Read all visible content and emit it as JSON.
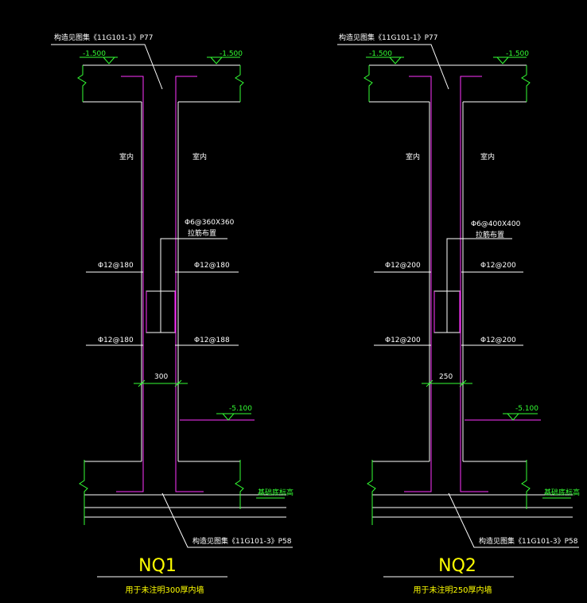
{
  "colors": {
    "background": "#000000",
    "line": "#ffffff",
    "dimension": "#33ff33",
    "rebar": "#ff33ff",
    "title": "#ffff00"
  },
  "details": [
    {
      "top_note": "构造见图集《11G101-1》P77",
      "elev_top_left": "-1.500",
      "elev_top_right": "-1.500",
      "room_left": "室内",
      "room_right": "室内",
      "tie_spec": "Φ6@360X360",
      "tie_layout": "拉筋布置",
      "rebar_upper_left": "Φ12@180",
      "rebar_upper_right": "Φ12@180",
      "rebar_lower_left": "Φ12@180",
      "rebar_lower_right": "Φ12@188",
      "thickness": "300",
      "elev_bottom": "-5.100",
      "foundation_note": "基础底标高",
      "bottom_note": "构造见图集《11G101-3》P58",
      "title": "NQ1",
      "subtitle": "用于未注明300厚内墙"
    },
    {
      "top_note": "构造见图集《11G101-1》P77",
      "elev_top_left": "-1.500",
      "elev_top_right": "-1.500",
      "room_left": "室内",
      "room_right": "室内",
      "tie_spec": "Φ6@400X400",
      "tie_layout": "拉筋布置",
      "rebar_upper_left": "Φ12@200",
      "rebar_upper_right": "Φ12@200",
      "rebar_lower_left": "Φ12@200",
      "rebar_lower_right": "Φ12@200",
      "thickness": "250",
      "elev_bottom": "-5.100",
      "foundation_note": "基础底标高",
      "bottom_note": "构造见图集《11G101-3》P58",
      "title": "NQ2",
      "subtitle": "用于未注明250厚内墙"
    }
  ]
}
